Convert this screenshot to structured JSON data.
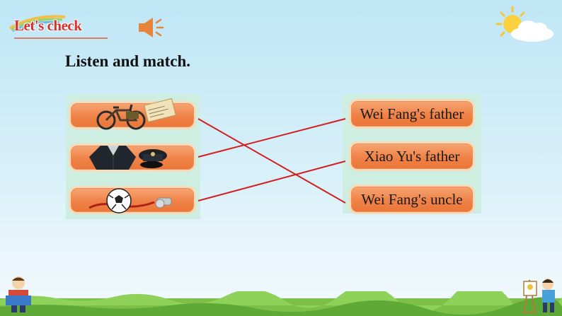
{
  "header": {
    "title": "Let's check",
    "speaker_icon": "speaker-icon",
    "sun_icon": "sun-cloud-icon"
  },
  "instruction": "Listen and match.",
  "left_items": [
    {
      "name": "bicycle-and-mail",
      "icon": "bicycle-letter-icon"
    },
    {
      "name": "police-uniform",
      "icon": "police-uniform-cap-icon"
    },
    {
      "name": "football-and-whistle",
      "icon": "football-whistle-icon"
    }
  ],
  "right_items": [
    {
      "label": "Wei Fang's father"
    },
    {
      "label": "Xiao Yu's father"
    },
    {
      "label": "Wei Fang's uncle"
    }
  ],
  "matches": [
    {
      "from": 1,
      "to": 3
    },
    {
      "from": 2,
      "to": 1
    },
    {
      "from": 3,
      "to": 2
    }
  ],
  "colors": {
    "line": "#d21f1f",
    "pill": "#ef8247",
    "panel": "#cdeee0",
    "title": "#d6312c"
  }
}
